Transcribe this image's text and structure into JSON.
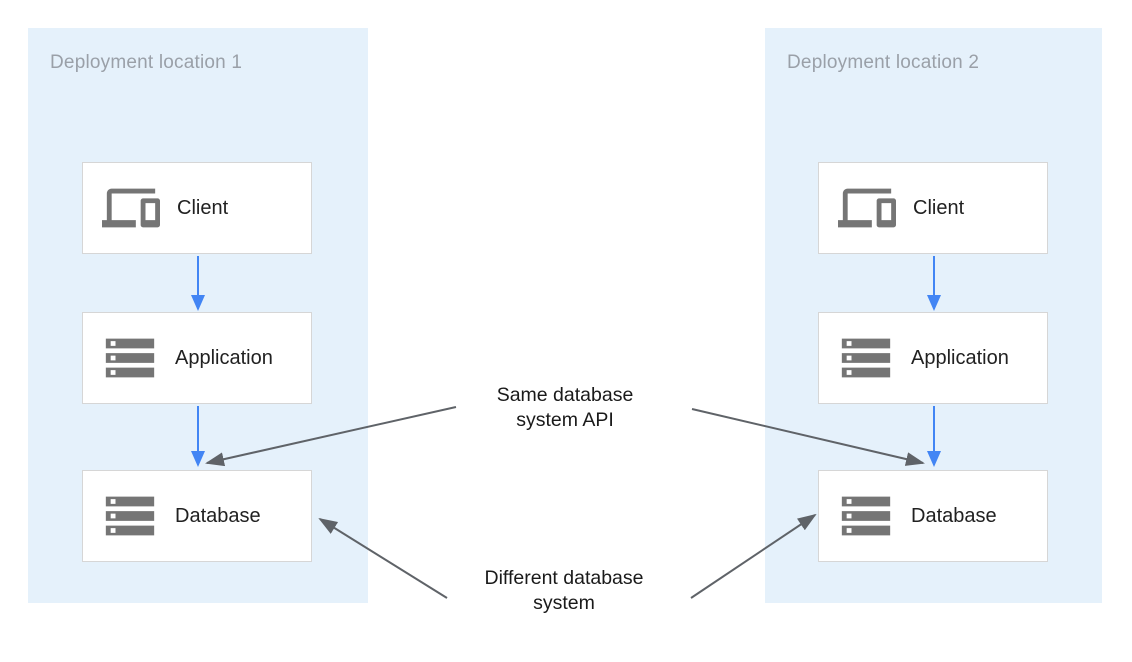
{
  "panels": [
    {
      "title": "Deployment location 1",
      "nodes": [
        {
          "label": "Client",
          "icon": "devices-icon"
        },
        {
          "label": "Application",
          "icon": "server-stack-icon"
        },
        {
          "label": "Database",
          "icon": "server-stack-icon"
        }
      ]
    },
    {
      "title": "Deployment location 2",
      "nodes": [
        {
          "label": "Client",
          "icon": "devices-icon"
        },
        {
          "label": "Application",
          "icon": "server-stack-icon"
        },
        {
          "label": "Database",
          "icon": "server-stack-icon"
        }
      ]
    }
  ],
  "annotations": [
    {
      "line1": "Same database",
      "line2": "system API"
    },
    {
      "line1": "Different database",
      "line2": "system"
    }
  ],
  "colors": {
    "panel_background": "#e5f1fb",
    "node_border": "#d6d6d6",
    "flow_arrow_blue": "#4285f4",
    "annotation_arrow_gray": "#5f6368",
    "icon_gray": "#757575",
    "panel_title_gray": "#9aa0a8",
    "node_label_text": "#212121",
    "annotation_text": "#1a1a1a"
  }
}
